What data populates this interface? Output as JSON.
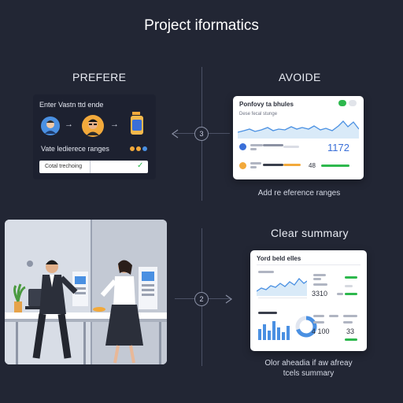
{
  "page": {
    "title": "Project iformatics"
  },
  "left_top": {
    "heading": "PREFERE",
    "card_title": "Enter Vastn ttd ende",
    "caption": "Vate ledierece ranges",
    "field_text": "Cotal trechoing"
  },
  "right_top": {
    "heading": "AVOIDE",
    "card_title": "Ponfovy ta bhules",
    "sub_title": "Dese fecal stunge",
    "value_main": "1172",
    "value_small": "48",
    "caption": "Add re eference ranges"
  },
  "connector_top": {
    "label": "3"
  },
  "left_bottom": {
    "office_scene": "office-scene"
  },
  "connector_bottom": {
    "label": "2"
  },
  "right_bottom": {
    "heading": "Clear summary",
    "card_title": "Yord beld elles",
    "value_a": "3310",
    "value_b": "4 100",
    "value_c": "33",
    "caption_line1": "Olor aheadia if aw afreay",
    "caption_line2": "tcels summary"
  },
  "colors": {
    "background": "#222634",
    "accent_blue": "#4a90e2",
    "accent_green": "#2db84d",
    "accent_orange": "#f2a93b"
  }
}
